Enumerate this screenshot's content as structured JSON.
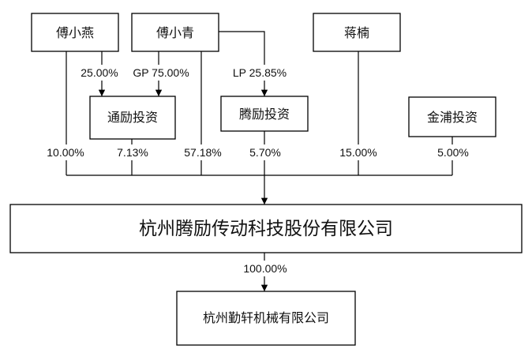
{
  "entities": {
    "fu_xiaoyan": "傅小燕",
    "fu_xiaoqing": "傅小青",
    "jiang_nan": "蒋楠",
    "tongli": "通励投资",
    "tengli_inv": "腾励投资",
    "jinpu": "金浦投资",
    "company": "杭州腾励传动科技股份有限公司",
    "subsidiary": "杭州勤轩机械有限公司"
  },
  "edge_labels": {
    "xiaoyan_to_tongli": "25.00%",
    "xiaoqing_to_tongli": "GP 75.00%",
    "xiaoqing_to_tengli": "LP 25.85%",
    "xiaoyan_to_company": "10.00%",
    "tongli_to_company": "7.13%",
    "xiaoqing_to_company": "57.18%",
    "tengli_to_company": "5.70%",
    "jiangnan_to_company": "15.00%",
    "jinpu_to_company": "5.00%",
    "company_to_subsidiary": "100.00%"
  }
}
